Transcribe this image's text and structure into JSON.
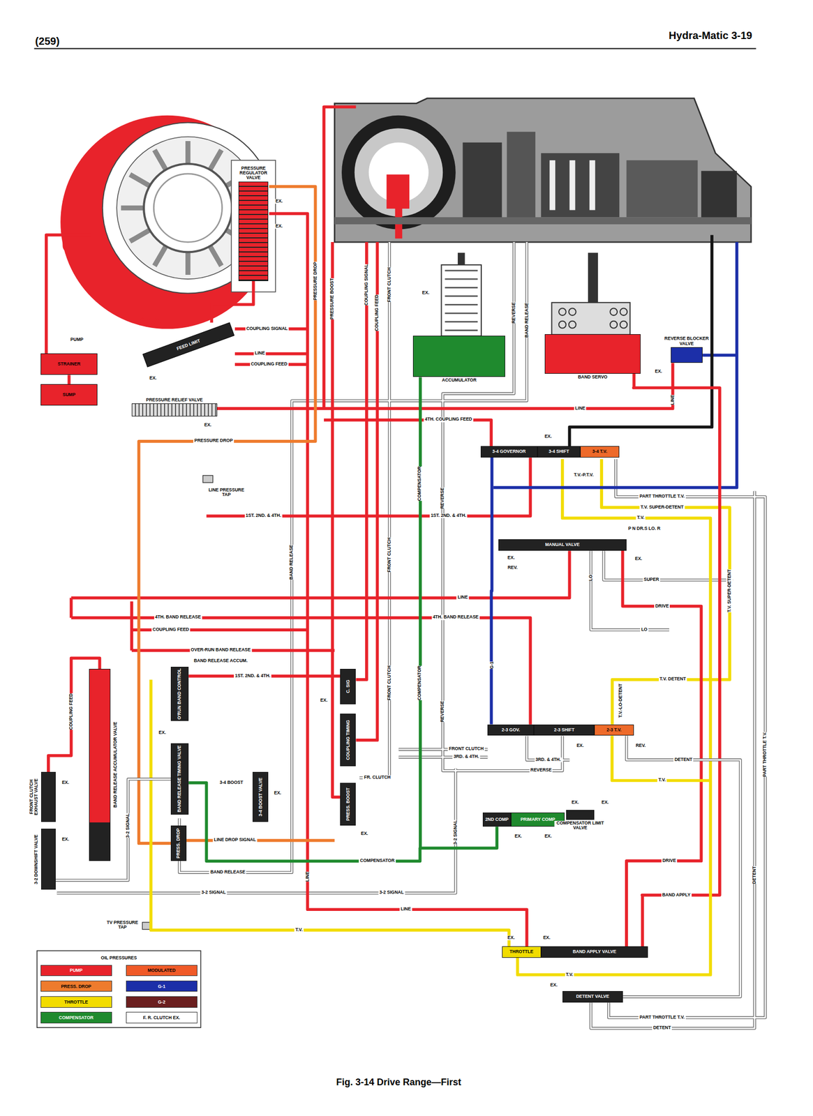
{
  "diagram": {
    "caption": "Fig. 3-14 Drive Range—First",
    "nodes": [
      {
        "text": [
          "STRAINER"
        ]
      },
      {
        "text": [
          "SUMP"
        ]
      },
      {
        "text": [
          "PRESSURE REGULATOR VALVE"
        ]
      },
      {
        "text": [
          "FEED LIMIT"
        ]
      },
      {
        "text": [
          "PRESSURE RELIEF VALVE"
        ]
      },
      {
        "text": [
          "ACCUMULATOR"
        ]
      },
      {
        "text": [
          "BAND SERVO"
        ]
      },
      {
        "text": [
          "REVERSE BLOCKER VALVE"
        ]
      },
      {
        "text": [
          "3-4 GOVERNOR"
        ]
      },
      {
        "text": [
          "3-4 SHIFT"
        ]
      },
      {
        "text": [
          "3-4 T.V."
        ]
      },
      {
        "text": [
          "MANUAL VALVE"
        ]
      },
      {
        "text": [
          "2-3 GOV."
        ]
      },
      {
        "text": [
          "2-3 SHIFT"
        ]
      },
      {
        "text": [
          "2-3 T.V."
        ]
      },
      {
        "text": [
          "2ND COMP"
        ]
      },
      {
        "text": [
          "PRIMARY COMP"
        ]
      },
      {
        "text": [
          "COMPENSATOR LIMIT VALVE"
        ]
      },
      {
        "text": [
          "THROTTLE"
        ]
      },
      {
        "text": [
          "BAND APPLY VALVE"
        ]
      },
      {
        "text": [
          "DETENT VALVE"
        ]
      },
      {
        "text": [
          "FRONT CLUTCH EXHAUST VALVE"
        ]
      },
      {
        "text": [
          "3-2 DOWNSHIFT VALVE"
        ]
      },
      {
        "text": [
          "BAND RELEASE ACCUMULATOR VALVE"
        ]
      },
      {
        "text": [
          "O'RUN BAND CONTROL"
        ]
      },
      {
        "text": [
          "BAND RELEASE TIMING VALVE"
        ]
      },
      {
        "text": [
          "PRESS. DROP"
        ]
      },
      {
        "text": [
          "3-4 BOOST VALVE"
        ]
      },
      {
        "text": [
          "C. SIG"
        ]
      },
      {
        "text": [
          "COUPLING TIMING"
        ]
      },
      {
        "text": [
          "PRESS. BOOST"
        ]
      }
    ],
    "edges": [
      {
        "from": 0,
        "to": 1,
        "arrow": "none"
      },
      {
        "from": 2,
        "to": 3,
        "arrow": "none"
      },
      {
        "from": 11,
        "to": 19,
        "label": "DRIVE",
        "arrow": "none"
      },
      {
        "from": 19,
        "to": 6,
        "label": "BAND APPLY",
        "arrow": "none"
      },
      {
        "from": 18,
        "to": 14,
        "label": "T.V.",
        "arrow": "none"
      },
      {
        "from": 20,
        "to": 14,
        "label": "DETENT",
        "arrow": "none"
      },
      {
        "from": 15,
        "to": 5,
        "label": "COMPENSATOR",
        "arrow": "none"
      },
      {
        "from": 8,
        "to": 12,
        "label": "G-1",
        "arrow": "none"
      },
      {
        "from": 23,
        "to": 21,
        "label": "COUPLING FEED",
        "arrow": "none"
      },
      {
        "from": 22,
        "to": 25,
        "label": "3-2 SIGNAL",
        "arrow": "none"
      }
    ],
    "labels": [
      "(259)",
      "Hydra-Matic 3-19",
      "PUMP",
      "EX.",
      "EX.",
      "EX.",
      "EX.",
      "LINE PRESSURE TAP",
      "TV PRESSURE TAP",
      "COUPLING SIGNAL",
      "LINE",
      "COUPLING FEED",
      "PRESSURE DROP",
      "PRESSURE DROP",
      "PRESSURE BOOST",
      "COUPLING SIGNAL",
      "COUPLING FEED",
      "FRONT CLUTCH",
      "EX.",
      "REVERSE",
      "BAND RELEASE",
      "LINE",
      "4TH. COUPLING FEED",
      "LINE",
      "EX.",
      "EX.",
      "T.V.-P.T.V.",
      "PART THROTTLE T.V.",
      "T.V. SUPER-DETENT",
      "T.V.",
      "P N DR.S LO. R",
      "EX.",
      "REV.",
      "LO",
      "EX.",
      "SUPER",
      "LINE",
      "4TH. BAND RELEASE",
      "4TH. BAND RELEASE",
      "COUPLING FEED",
      "OVER-RUN BAND RELEASE",
      "BAND RELEASE ACCUM.",
      "1ST. 2ND. & 4TH.",
      "1ST. 2ND. & 4TH.",
      "1ST. 2ND. & 4TH.",
      "LO",
      "T.V. DETENT",
      "T.V.-LO-DETENT",
      "T.V. SUPER-DETENT",
      "PART THROTTLE T.V.",
      "EX.",
      "REV.",
      "FRONT CLUTCH",
      "3RD. & 4TH.",
      "3RD. & 4TH.",
      "REVERSE",
      "FR. CLUTCH",
      "EX.",
      "EX.",
      "3-4 BOOST",
      "EX.",
      "LINE DROP SIGNAL",
      "COMPENSATOR",
      "BAND RELEASE",
      "3-2 SIGNAL",
      "3-2 SIGNAL",
      "3-2 SIGNAL",
      "LINE",
      "T.V.",
      "T.V.",
      "DRIVE",
      "DETENT",
      "PART THROTTLE T.V.",
      "DETENT",
      "EX.",
      "EX.",
      "EX.",
      "EX.",
      "EX.",
      "EX.",
      "EX.",
      "OIL PRESSURES",
      "FRONT CLUTCH",
      "REVERSE",
      "EX.",
      "EX.",
      "BAND RELEASE",
      "FRONT CLUTCH",
      "REVERSE",
      "COMPENSATOR",
      "LINE",
      "EX."
    ],
    "legend": [
      {
        "text": "PUMP",
        "color": "#e8232b"
      },
      {
        "text": "MODULATED",
        "color": "#f05a28"
      },
      {
        "text": "PRESS. DROP",
        "color": "#ee7b2d"
      },
      {
        "text": "G-1",
        "color": "#1c2fa8"
      },
      {
        "text": "THROTTLE",
        "color": "#f2dc00"
      },
      {
        "text": "G-2",
        "color": "#6b1f1f"
      },
      {
        "text": "COMPENSATOR",
        "color": "#1f8a2e"
      },
      {
        "text": "F. R. CLUTCH EX.",
        "color": "#ffffff"
      }
    ]
  }
}
